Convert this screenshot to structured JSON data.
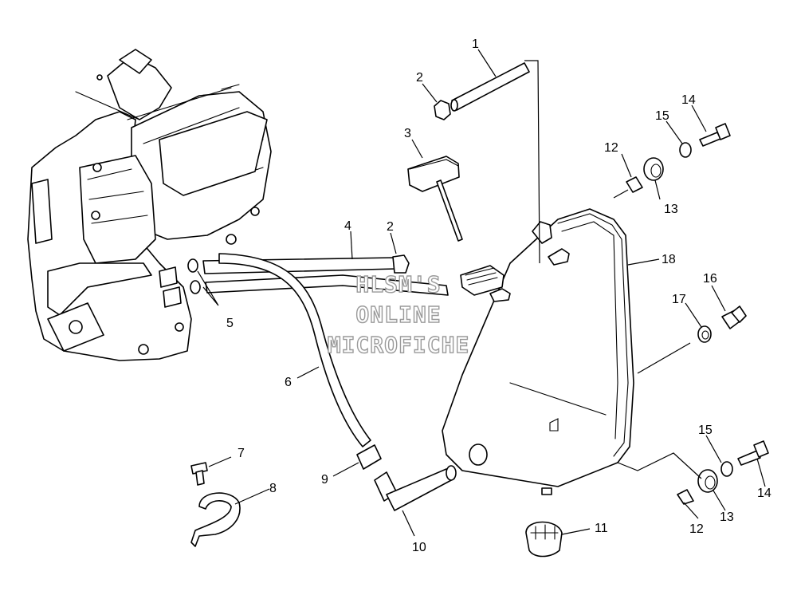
{
  "watermark": {
    "line1": "HLSM'S",
    "line2": "ONLINE",
    "line3": "MICROFICHE"
  },
  "callouts": [
    {
      "id": "c1",
      "label": "1"
    },
    {
      "id": "c2a",
      "label": "2"
    },
    {
      "id": "c2b",
      "label": "2"
    },
    {
      "id": "c3",
      "label": "3"
    },
    {
      "id": "c4",
      "label": "4"
    },
    {
      "id": "c5",
      "label": "5"
    },
    {
      "id": "c6",
      "label": "6"
    },
    {
      "id": "c7",
      "label": "7"
    },
    {
      "id": "c8",
      "label": "8"
    },
    {
      "id": "c9",
      "label": "9"
    },
    {
      "id": "c10",
      "label": "10"
    },
    {
      "id": "c11",
      "label": "11"
    },
    {
      "id": "c12a",
      "label": "12"
    },
    {
      "id": "c12b",
      "label": "12"
    },
    {
      "id": "c13a",
      "label": "13"
    },
    {
      "id": "c13b",
      "label": "13"
    },
    {
      "id": "c14a",
      "label": "14"
    },
    {
      "id": "c14b",
      "label": "14"
    },
    {
      "id": "c15a",
      "label": "15"
    },
    {
      "id": "c15b",
      "label": "15"
    },
    {
      "id": "c16",
      "label": "16"
    },
    {
      "id": "c17",
      "label": "17"
    },
    {
      "id": "c18",
      "label": "18"
    }
  ]
}
